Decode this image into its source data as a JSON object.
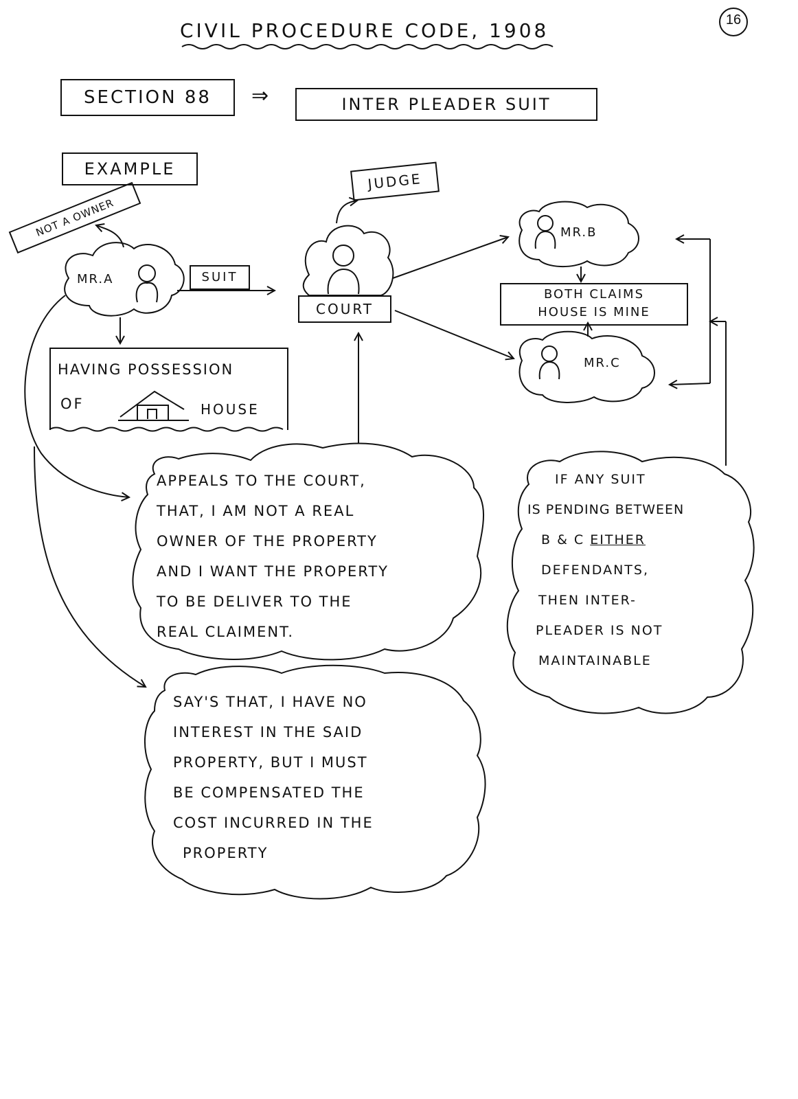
{
  "header": {
    "title": "CIVIL PROCEDURE CODE, 1908",
    "page_number": "16"
  },
  "section": {
    "label": "SECTION 88",
    "arrow": "⇒",
    "topic": "INTER PLEADER SUIT"
  },
  "example_label": "EXAMPLE",
  "not_owner_label": "NOT A OWNER",
  "mr_a_label": "MR.A",
  "suit_label": "SUIT",
  "possession": {
    "line1": "HAVING POSSESSION",
    "of": "OF",
    "house": "HOUSE"
  },
  "judge_label": "JUDGE",
  "court_label": "COURT",
  "mr_b_label": "MR.B",
  "mr_c_label": "MR.C",
  "both_claims": {
    "line1": "BOTH CLAIMS",
    "line2": "HOUSE IS MINE"
  },
  "appeal_cloud": {
    "lines": [
      "APPEALS TO THE COURT,",
      "THAT, I AM NOT A REAL",
      "OWNER OF THE PROPERTY",
      "AND I WANT THE PROPERTY",
      "TO BE DELIVER TO THE",
      "REAL CLAIMENT."
    ]
  },
  "pending_cloud": {
    "lines": [
      "IF ANY SUIT",
      "IS PENDING BETWEEN",
      "B & C",
      "EITHER",
      "DEFENDANTS,",
      "THEN INTER-",
      "PLEADER IS NOT",
      "MAINTAINABLE"
    ]
  },
  "says_cloud": {
    "lines": [
      "SAY'S THAT, I HAVE NO",
      "INTEREST IN THE SAID",
      "PROPERTY, BUT I MUST",
      "BE COMPENSATED THE",
      "COST INCURRED IN THE",
      "PROPERTY"
    ]
  }
}
